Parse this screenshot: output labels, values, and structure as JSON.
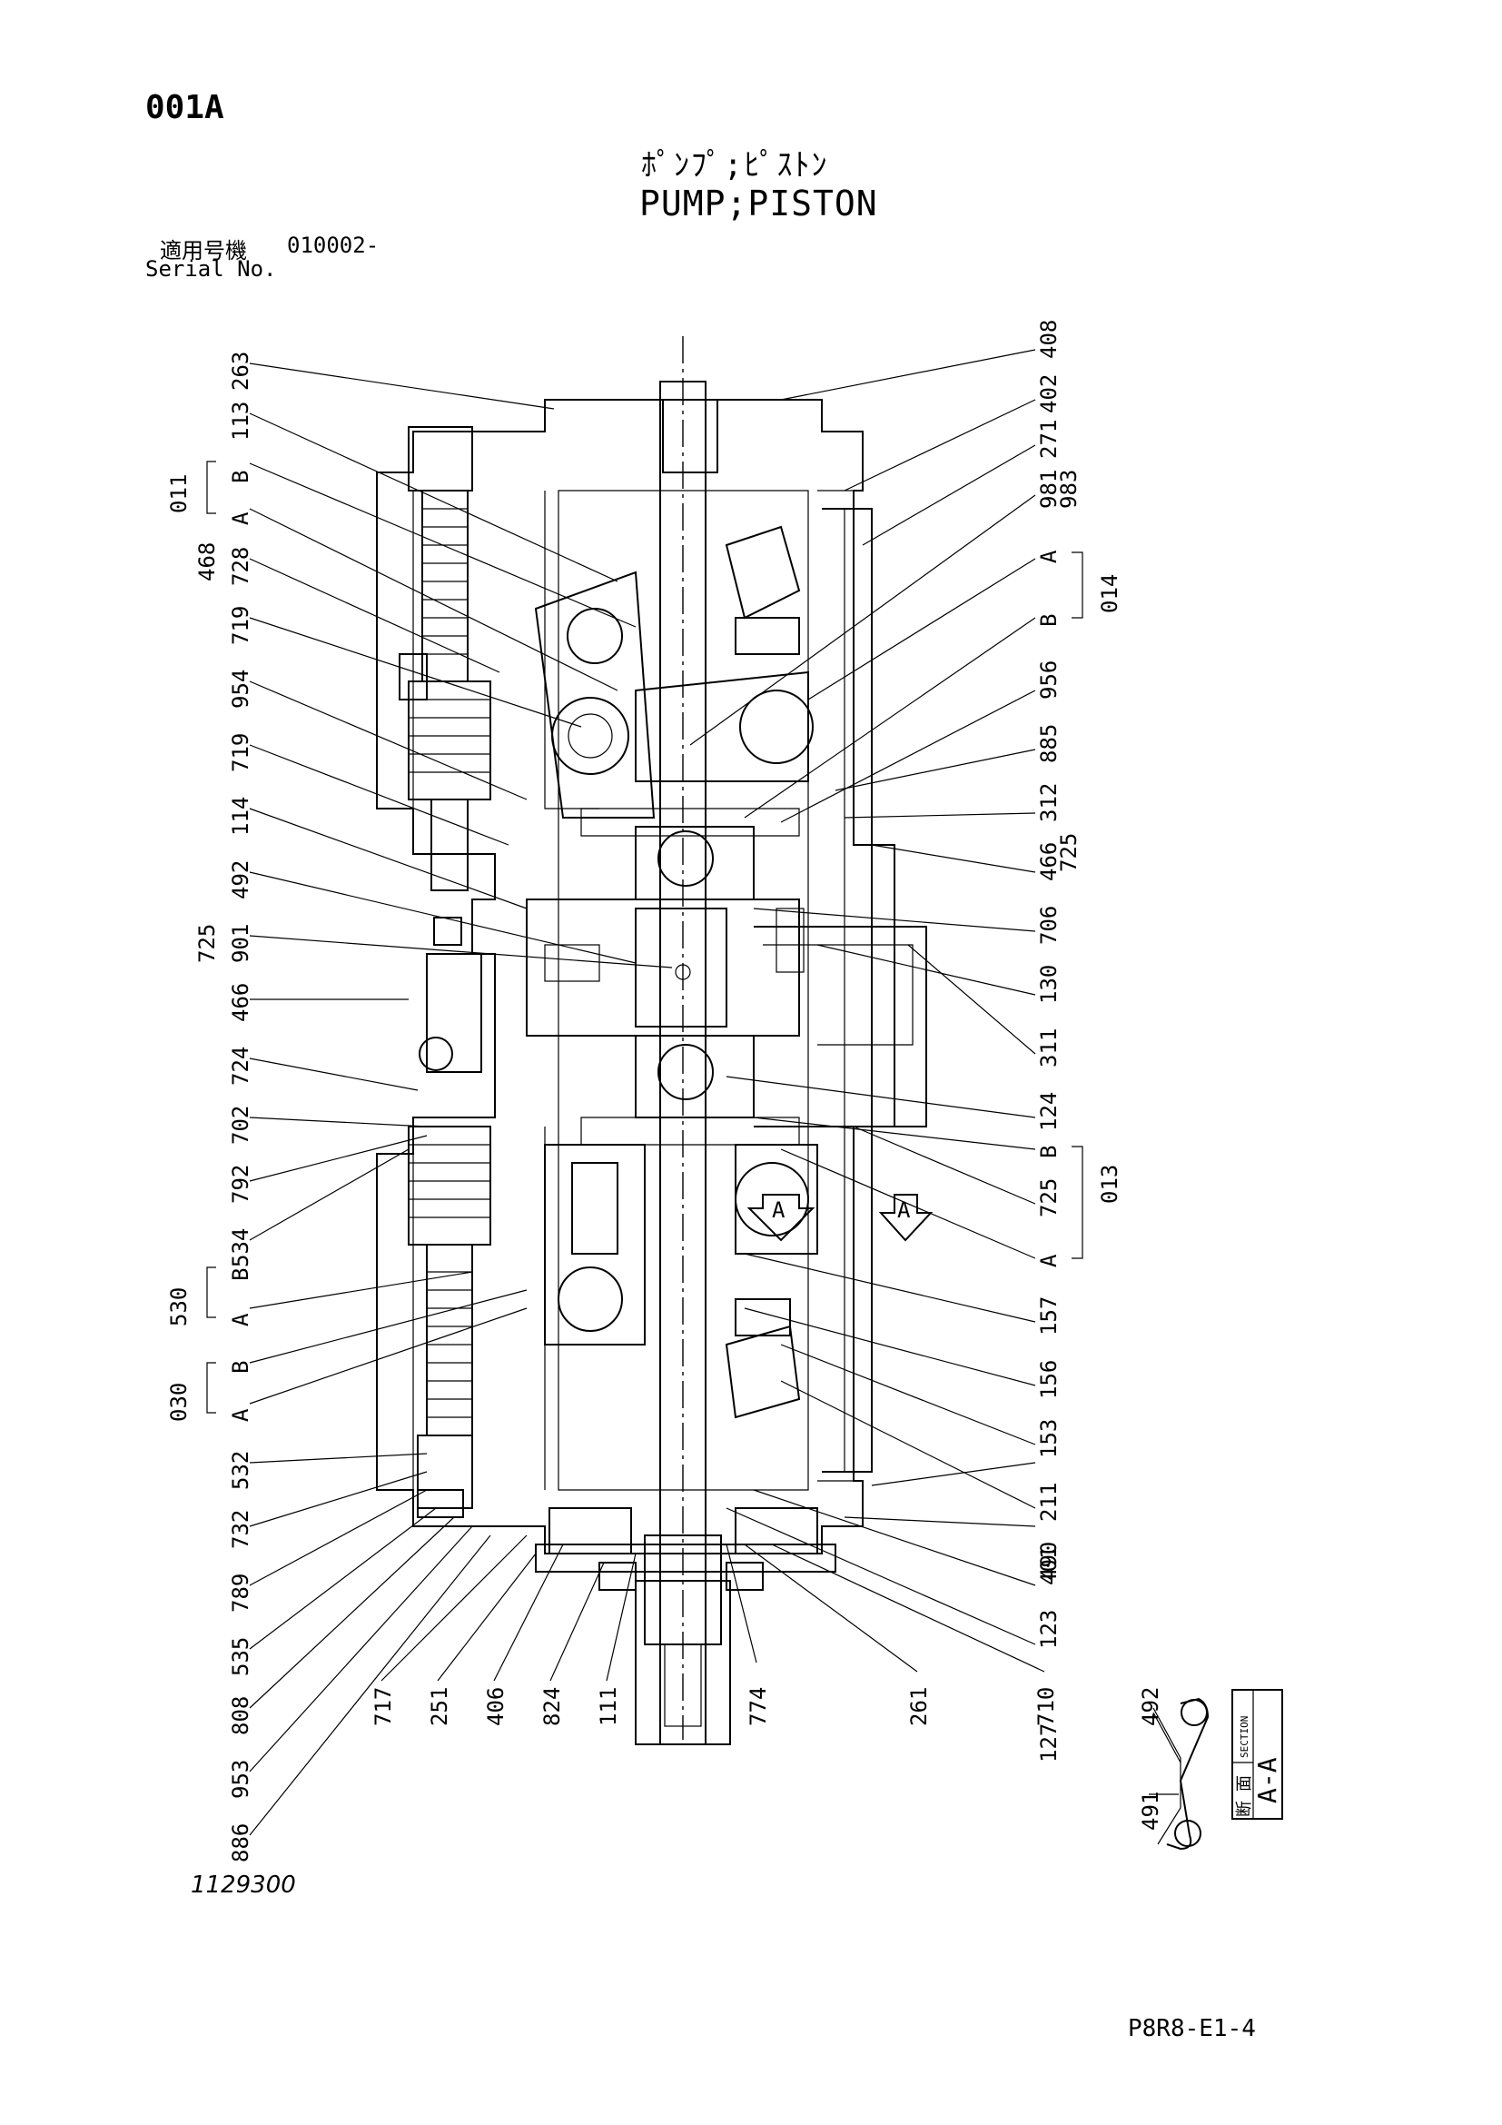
{
  "header": {
    "page_code": "001A",
    "title_jp": "ﾎﾟﾝﾌﾟ;ﾋﾟｽﾄﾝ",
    "title_en": "PUMP;PISTON",
    "serial_label_jp": "適用号機",
    "serial_value": "010002-",
    "serial_label_en": "Serial No."
  },
  "footer": {
    "drawing_number": "1129300",
    "doc_code": "P8R8-E1-4"
  },
  "section": {
    "label_jp_1": "断",
    "label_jp_2": "面",
    "label_en": "SECTION",
    "name": "A-A",
    "parts": [
      "491",
      "492"
    ]
  },
  "section_marker": "A",
  "callouts": {
    "left_top": [
      "113",
      "263"
    ],
    "group_011": {
      "id": "011",
      "a": "A",
      "b": "B"
    },
    "left_mid": [
      "468",
      "728",
      "719",
      "954",
      "719",
      "114",
      "492",
      "901",
      "466",
      "725",
      "724",
      "702",
      "792",
      "534"
    ],
    "group_530": {
      "id": "530",
      "a": "A",
      "b": "B"
    },
    "group_030": {
      "id": "030",
      "a": "A",
      "b": "B"
    },
    "left_bottom": [
      "532",
      "732",
      "789",
      "535",
      "808",
      "953",
      "886"
    ],
    "bottom": [
      "717",
      "251",
      "406",
      "824",
      "111",
      "774",
      "261",
      "710"
    ],
    "right_top": [
      "408",
      "402",
      "271",
      "981",
      "983"
    ],
    "group_014": {
      "id": "014",
      "a": "A",
      "b": "B"
    },
    "right_mid": [
      "956",
      "885",
      "312",
      "466",
      "725",
      "706",
      "130",
      "311",
      "124"
    ],
    "group_013": {
      "id": "013",
      "a": "A",
      "b": "B",
      "mid": "725"
    },
    "right_bottom": [
      "157",
      "156",
      "153",
      "211",
      "490",
      "401",
      "123",
      "127"
    ]
  }
}
